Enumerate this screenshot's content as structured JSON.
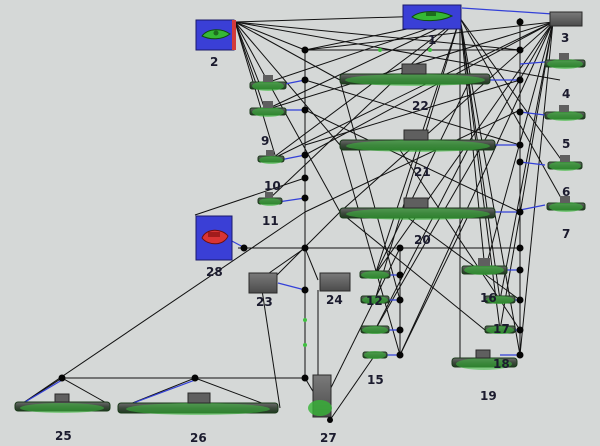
{
  "labels": {
    "n1": "1",
    "n2": "2",
    "n3": "3",
    "n4": "4",
    "n5": "5",
    "n6": "6",
    "n7": "7",
    "n9": "9",
    "n10": "10",
    "n11": "11",
    "n12": "12",
    "n15": "15",
    "n16": "16",
    "n17": "17",
    "n18": "18",
    "n19": "19",
    "n20": "20",
    "n21": "21",
    "n22": "22",
    "n23": "23",
    "n24": "24",
    "n25": "25",
    "n26": "26",
    "n27": "27",
    "n28": "28"
  }
}
